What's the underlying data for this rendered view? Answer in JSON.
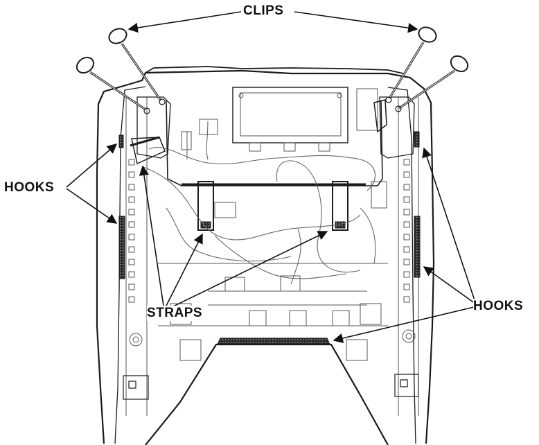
{
  "labels": {
    "clips": "CLIPS",
    "hooks_left": "HOOKS",
    "straps": "STRAPS",
    "hooks_right": "HOOKS"
  },
  "colors": {
    "line": "#1a1a1a",
    "detail": "#555555",
    "fill_dark": "#2b2b2b"
  }
}
